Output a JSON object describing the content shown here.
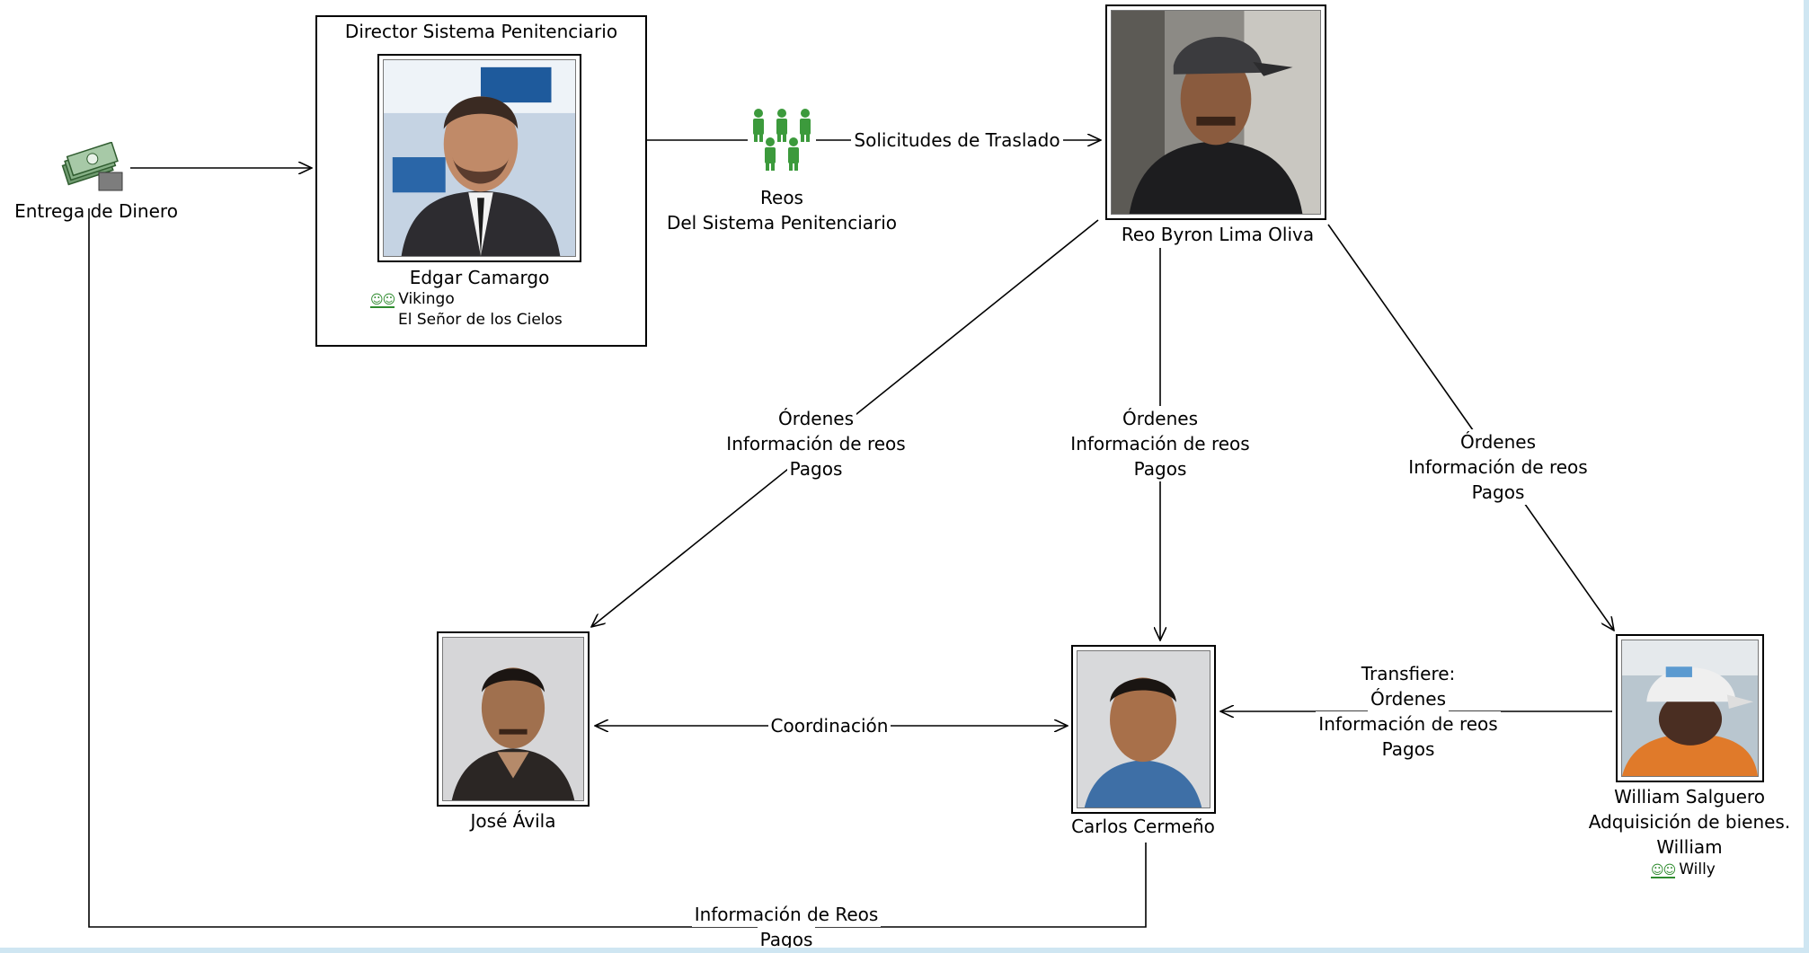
{
  "colors": {
    "accent_green": "#3c9a3c",
    "frame": "#e3f1f8"
  },
  "money": {
    "label": "Entrega de Dinero",
    "icon": "money-icon"
  },
  "director": {
    "title": "Director Sistema Penitenciario",
    "name": "Edgar Camargo",
    "aliases": [
      "Vikingo",
      "El Señor de los Cielos"
    ]
  },
  "reos_group": {
    "line1": "Reos",
    "line2": "Del Sistema Penitenciario",
    "icon": "people-group-icon"
  },
  "byron": {
    "name": "Reo Byron Lima Oliva"
  },
  "jose": {
    "name": "José Ávila"
  },
  "carlos": {
    "name": "Carlos Cermeño"
  },
  "william": {
    "name": "William Salguero",
    "role": "Adquisición de bienes.",
    "short": "William",
    "alias": "Willy"
  },
  "links": {
    "traslado": "Solicitudes de Traslado",
    "coordinacion": "Coordinación",
    "ordenes_lines": [
      "Órdenes",
      "Información de reos",
      "Pagos"
    ],
    "transfiere_lines": [
      "Transfiere:",
      "Órdenes",
      "Información de reos",
      "Pagos"
    ],
    "info_reos_lines": [
      "Información de Reos",
      "Pagos"
    ]
  }
}
